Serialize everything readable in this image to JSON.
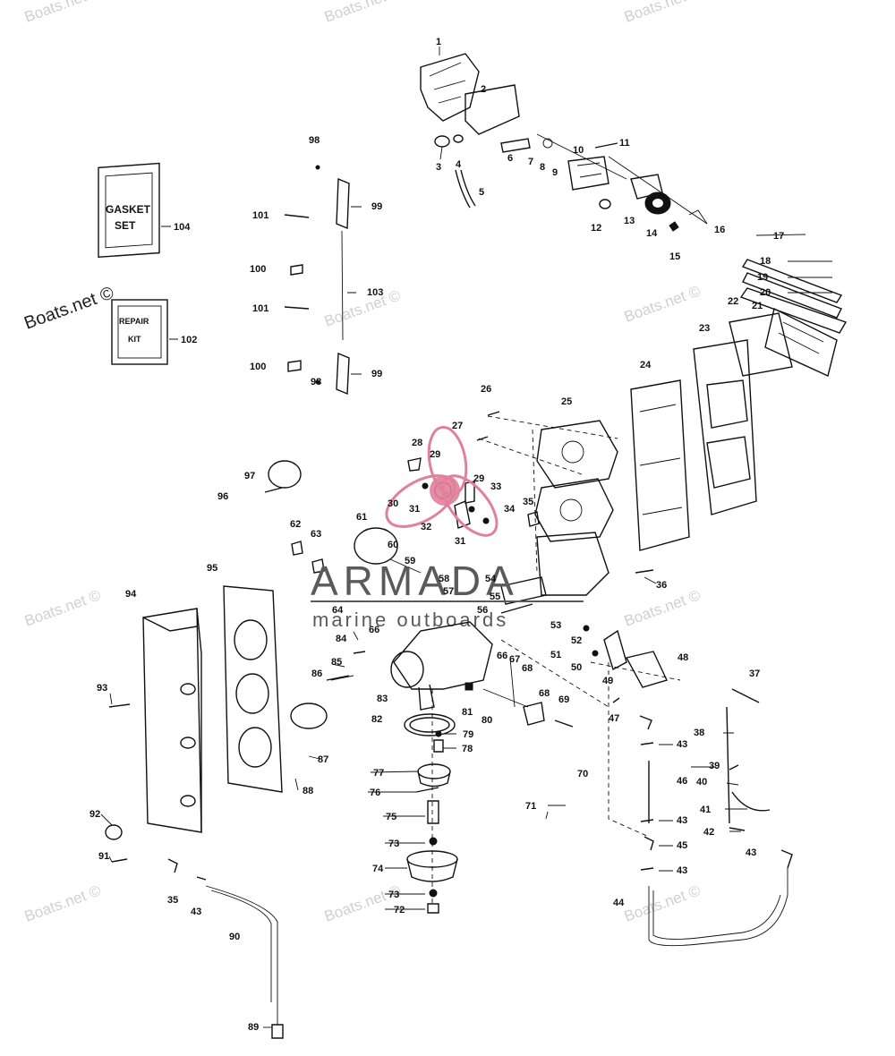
{
  "watermarks": {
    "boats": "Boats.net",
    "boats_copy": "Boats.net ©"
  },
  "logo": {
    "brand": "ARMADA",
    "sub": "marine outboards",
    "color": "#e0809a"
  },
  "kits": {
    "gasket_line1": "GASKET",
    "gasket_line2": "SET",
    "repair_line1": "REPAIR",
    "repair_line2": "KIT"
  },
  "parts": [
    {
      "id": "p1",
      "n": "1"
    },
    {
      "id": "p2",
      "n": "2"
    },
    {
      "id": "p3",
      "n": "3"
    },
    {
      "id": "p4",
      "n": "4"
    },
    {
      "id": "p5",
      "n": "5"
    },
    {
      "id": "p6",
      "n": "6"
    },
    {
      "id": "p7",
      "n": "7"
    },
    {
      "id": "p8",
      "n": "8"
    },
    {
      "id": "p9",
      "n": "9"
    },
    {
      "id": "p10",
      "n": "10"
    },
    {
      "id": "p11",
      "n": "11"
    },
    {
      "id": "p12",
      "n": "12"
    },
    {
      "id": "p13",
      "n": "13"
    },
    {
      "id": "p14",
      "n": "14"
    },
    {
      "id": "p15",
      "n": "15"
    },
    {
      "id": "p16",
      "n": "16"
    },
    {
      "id": "p17",
      "n": "17"
    },
    {
      "id": "p18",
      "n": "18"
    },
    {
      "id": "p19",
      "n": "19"
    },
    {
      "id": "p20",
      "n": "20"
    },
    {
      "id": "p21",
      "n": "21"
    },
    {
      "id": "p22",
      "n": "22"
    },
    {
      "id": "p23",
      "n": "23"
    },
    {
      "id": "p24",
      "n": "24"
    },
    {
      "id": "p25",
      "n": "25"
    },
    {
      "id": "p26",
      "n": "26"
    },
    {
      "id": "p27",
      "n": "27"
    },
    {
      "id": "p28",
      "n": "28"
    },
    {
      "id": "p29a",
      "n": "29"
    },
    {
      "id": "p29b",
      "n": "29"
    },
    {
      "id": "p30",
      "n": "30"
    },
    {
      "id": "p31a",
      "n": "31"
    },
    {
      "id": "p31b",
      "n": "31"
    },
    {
      "id": "p32",
      "n": "32"
    },
    {
      "id": "p33",
      "n": "33"
    },
    {
      "id": "p34",
      "n": "34"
    },
    {
      "id": "p35a",
      "n": "35"
    },
    {
      "id": "p35b",
      "n": "35"
    },
    {
      "id": "p36",
      "n": "36"
    },
    {
      "id": "p37",
      "n": "37"
    },
    {
      "id": "p38",
      "n": "38"
    },
    {
      "id": "p39",
      "n": "39"
    },
    {
      "id": "p40",
      "n": "40"
    },
    {
      "id": "p41",
      "n": "41"
    },
    {
      "id": "p42",
      "n": "42"
    },
    {
      "id": "p43a",
      "n": "43"
    },
    {
      "id": "p43b",
      "n": "43"
    },
    {
      "id": "p43c",
      "n": "43"
    },
    {
      "id": "p43d",
      "n": "43"
    },
    {
      "id": "p43e",
      "n": "43"
    },
    {
      "id": "p44",
      "n": "44"
    },
    {
      "id": "p45",
      "n": "45"
    },
    {
      "id": "p46",
      "n": "46"
    },
    {
      "id": "p47",
      "n": "47"
    },
    {
      "id": "p48",
      "n": "48"
    },
    {
      "id": "p49",
      "n": "49"
    },
    {
      "id": "p50",
      "n": "50"
    },
    {
      "id": "p51",
      "n": "51"
    },
    {
      "id": "p52",
      "n": "52"
    },
    {
      "id": "p53",
      "n": "53"
    },
    {
      "id": "p54",
      "n": "54"
    },
    {
      "id": "p55",
      "n": "55"
    },
    {
      "id": "p56",
      "n": "56"
    },
    {
      "id": "p57",
      "n": "57"
    },
    {
      "id": "p58",
      "n": "58"
    },
    {
      "id": "p59",
      "n": "59"
    },
    {
      "id": "p60",
      "n": "60"
    },
    {
      "id": "p61",
      "n": "61"
    },
    {
      "id": "p62",
      "n": "62"
    },
    {
      "id": "p63",
      "n": "63"
    },
    {
      "id": "p64",
      "n": "64"
    },
    {
      "id": "p66a",
      "n": "66"
    },
    {
      "id": "p66b",
      "n": "66"
    },
    {
      "id": "p67",
      "n": "67"
    },
    {
      "id": "p68a",
      "n": "68"
    },
    {
      "id": "p68b",
      "n": "68"
    },
    {
      "id": "p69",
      "n": "69"
    },
    {
      "id": "p70",
      "n": "70"
    },
    {
      "id": "p71",
      "n": "71"
    },
    {
      "id": "p72",
      "n": "72"
    },
    {
      "id": "p73a",
      "n": "73"
    },
    {
      "id": "p73b",
      "n": "73"
    },
    {
      "id": "p74",
      "n": "74"
    },
    {
      "id": "p75",
      "n": "75"
    },
    {
      "id": "p76",
      "n": "76"
    },
    {
      "id": "p77",
      "n": "77"
    },
    {
      "id": "p78",
      "n": "78"
    },
    {
      "id": "p79",
      "n": "79"
    },
    {
      "id": "p80",
      "n": "80"
    },
    {
      "id": "p81",
      "n": "81"
    },
    {
      "id": "p82",
      "n": "82"
    },
    {
      "id": "p83",
      "n": "83"
    },
    {
      "id": "p84",
      "n": "84"
    },
    {
      "id": "p85",
      "n": "85"
    },
    {
      "id": "p86",
      "n": "86"
    },
    {
      "id": "p87",
      "n": "87"
    },
    {
      "id": "p88",
      "n": "88"
    },
    {
      "id": "p89",
      "n": "89"
    },
    {
      "id": "p90",
      "n": "90"
    },
    {
      "id": "p91",
      "n": "91"
    },
    {
      "id": "p92",
      "n": "92"
    },
    {
      "id": "p93",
      "n": "93"
    },
    {
      "id": "p94",
      "n": "94"
    },
    {
      "id": "p95",
      "n": "95"
    },
    {
      "id": "p96",
      "n": "96"
    },
    {
      "id": "p97",
      "n": "97"
    },
    {
      "id": "p98a",
      "n": "98"
    },
    {
      "id": "p98b",
      "n": "98"
    },
    {
      "id": "p99a",
      "n": "99"
    },
    {
      "id": "p99b",
      "n": "99"
    },
    {
      "id": "p100a",
      "n": "100"
    },
    {
      "id": "p100b",
      "n": "100"
    },
    {
      "id": "p101a",
      "n": "101"
    },
    {
      "id": "p101b",
      "n": "101"
    },
    {
      "id": "p102",
      "n": "102"
    },
    {
      "id": "p103",
      "n": "103"
    },
    {
      "id": "p104",
      "n": "104"
    }
  ]
}
